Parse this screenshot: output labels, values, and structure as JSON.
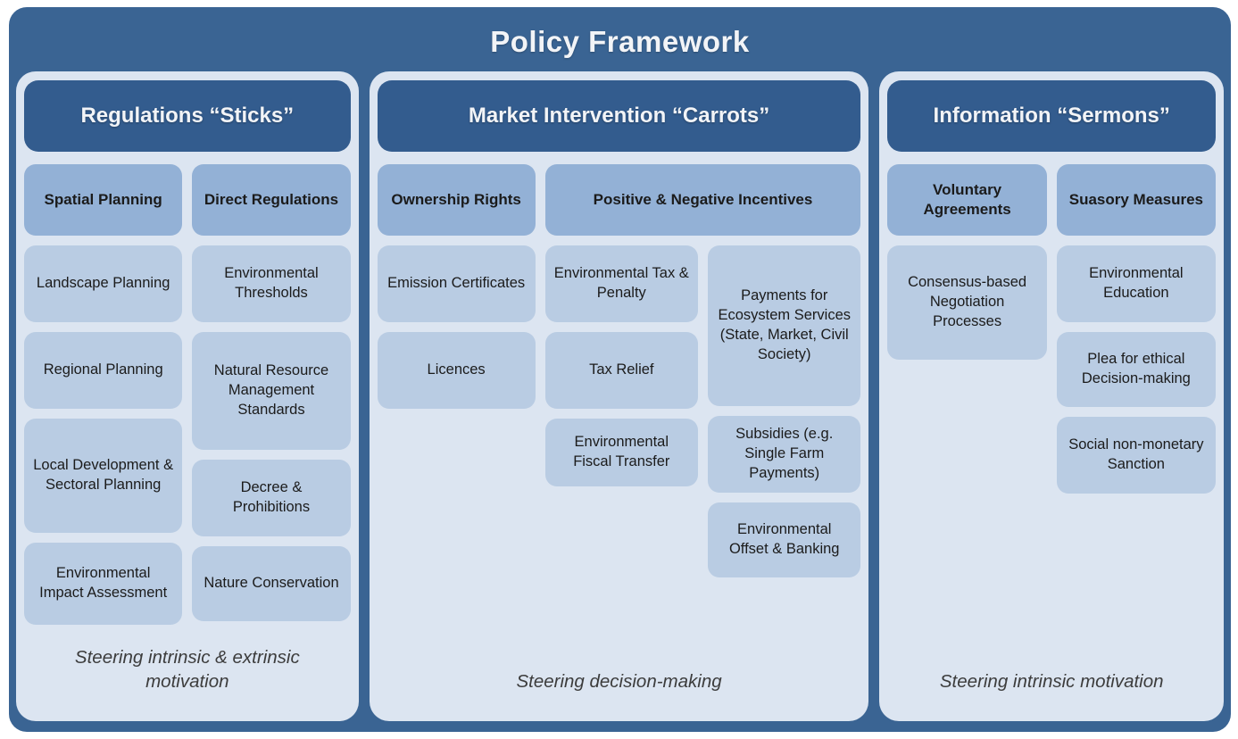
{
  "title": "Policy Framework",
  "colors": {
    "panel": "#3a6493",
    "header": "#335c8e",
    "subheader": "#93b1d6",
    "item": "#b9cce3",
    "colbg": "#dce5f1",
    "title-text": "#f2f4f7",
    "item-text": "#1b1b1b",
    "footer-text": "#3c3c3c"
  },
  "columns": [
    {
      "header": "Regulations “Sticks”",
      "footer": "Steering intrinsic & extrinsic motivation",
      "subcols": [
        {
          "subheader": "Spatial Planning",
          "items": [
            "Landscape Planning",
            "Regional Planning",
            "Local Development & Sectoral Planning",
            "Environmental Impact Assessment"
          ]
        },
        {
          "subheader": "Direct Regulations",
          "items": [
            "Environmental Thresholds",
            "Natural Resource Management Standards",
            "Decree & Prohibitions",
            "Nature Conservation"
          ]
        }
      ]
    },
    {
      "header": "Market Intervention “Carrots”",
      "footer": "Steering decision-making",
      "subcols": [
        {
          "subheader": "Ownership Rights",
          "items": [
            "Emission Certificates",
            "Licences"
          ]
        },
        {
          "subheader": "Positive & Negative Incentives",
          "groups": [
            [
              "Environmental Tax & Penalty",
              "Tax Relief",
              "Environmental Fiscal Transfer"
            ],
            [
              "Payments for Ecosystem Services (State, Market, Civil Society)",
              "Subsidies (e.g. Single Farm Payments)",
              "Environmental Offset & Banking"
            ]
          ]
        }
      ]
    },
    {
      "header": "Information “Sermons”",
      "footer": "Steering intrinsic motivation",
      "subcols": [
        {
          "subheader": "Voluntary Agreements",
          "items": [
            "Consensus-based Negotiation Processes"
          ]
        },
        {
          "subheader": "Suasory Measures",
          "items": [
            "Environmental Education",
            "Plea for ethical Decision-making",
            "Social non-monetary Sanction"
          ]
        }
      ]
    }
  ]
}
